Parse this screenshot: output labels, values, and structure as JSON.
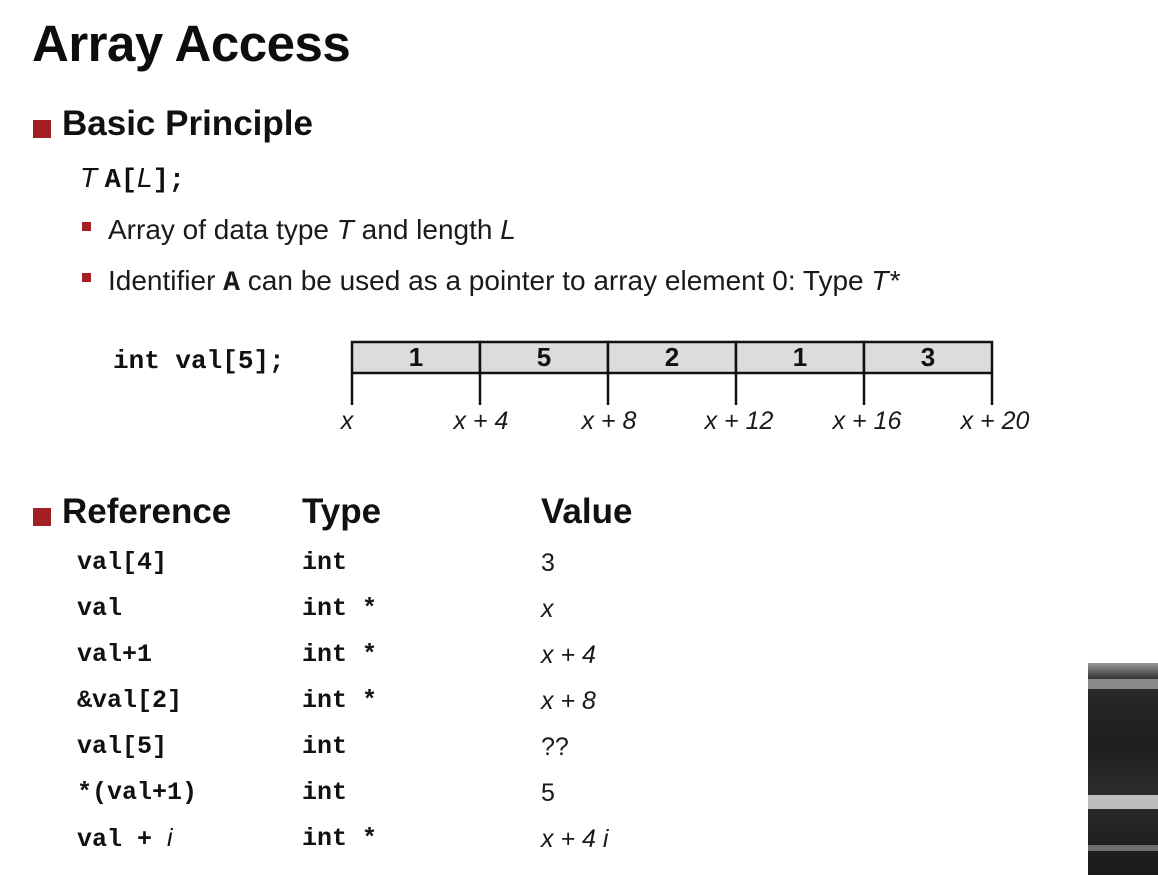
{
  "title": "Array Access",
  "section1": {
    "heading": "Basic Principle",
    "decl": {
      "type": "T",
      "name": "A[",
      "len": "L",
      "close": "];"
    },
    "bullets": [
      {
        "pre": "Array of data type ",
        "t": "T",
        "mid": " and length ",
        "l": "L"
      },
      {
        "pre": "Identifier ",
        "a": "A",
        "mid": " can be used as a pointer to array element 0: Type ",
        "tstar": "T*"
      }
    ]
  },
  "diagram": {
    "decl": "int val[5];",
    "cells": [
      "1",
      "5",
      "2",
      "1",
      "3"
    ],
    "addresses": [
      "x",
      "x + 4",
      "x + 8",
      "x + 12",
      "x + 16",
      "x + 20"
    ]
  },
  "section2": {
    "headings": {
      "reference": "Reference",
      "type": "Type",
      "value": "Value"
    },
    "rows": [
      {
        "ref": "val[4]",
        "type": "int",
        "value": "3"
      },
      {
        "ref": "val",
        "type": "int *",
        "value": "x"
      },
      {
        "ref": "val+1",
        "type": "int *",
        "value": "x + 4"
      },
      {
        "ref": "&val[2]",
        "type": "int *",
        "value": "x + 8"
      },
      {
        "ref": "val[5]",
        "type": "int",
        "value": "??"
      },
      {
        "ref": "*(val+1)",
        "type": "int",
        "value": "5"
      },
      {
        "ref_code": "val + ",
        "ref_var": "i",
        "type": "int *",
        "value_pre": "x + 4 ",
        "value_var": "i"
      }
    ]
  },
  "colors": {
    "accent": "#a21f24",
    "cell_fill": "#dcdcdc"
  }
}
